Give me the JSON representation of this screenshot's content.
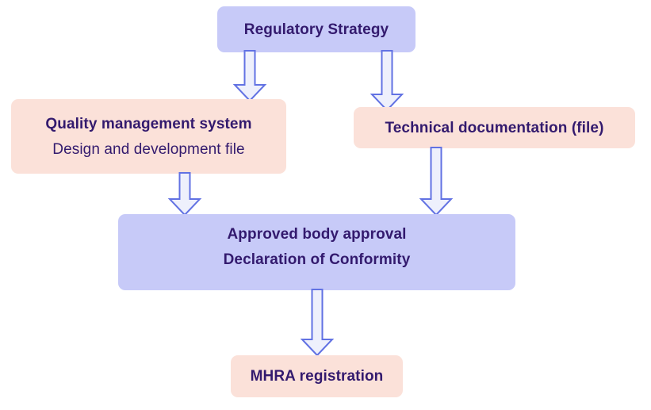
{
  "diagram": {
    "title": "Regulatory approval process flow",
    "colors": {
      "box_purple": "#c7caf8",
      "box_pink": "#fbe1d9",
      "text": "#331a6e",
      "arrow_fill": "#eef0fc",
      "arrow_stroke": "#6272e3",
      "background": "#ffffff"
    },
    "nodes": [
      {
        "id": "regulatory-strategy",
        "line_1": "Regulatory Strategy",
        "line_2": "",
        "fill": "purple"
      },
      {
        "id": "quality-management",
        "line_1": "Quality management system",
        "line_2": "Design and development file",
        "fill": "pink"
      },
      {
        "id": "technical-doc",
        "line_1": "Technical documentation (file)",
        "line_2": "",
        "fill": "pink"
      },
      {
        "id": "approved-body",
        "line_1": "Approved body approval",
        "line_2": "Declaration of Conformity",
        "fill": "purple"
      },
      {
        "id": "mhra-registration",
        "line_1": "MHRA registration",
        "line_2": "",
        "fill": "pink"
      }
    ],
    "arrows": [
      {
        "id": "strategy-to-quality",
        "from": "regulatory-strategy",
        "to": "quality-management",
        "direction": "down"
      },
      {
        "id": "strategy-to-technical",
        "from": "regulatory-strategy",
        "to": "technical-doc",
        "direction": "down"
      },
      {
        "id": "quality-to-approved",
        "from": "quality-management",
        "to": "approved-body",
        "direction": "down"
      },
      {
        "id": "technical-to-approved",
        "from": "technical-doc",
        "to": "approved-body",
        "direction": "down"
      },
      {
        "id": "approved-to-mhra",
        "from": "approved-body",
        "to": "mhra-registration",
        "direction": "down"
      }
    ]
  }
}
